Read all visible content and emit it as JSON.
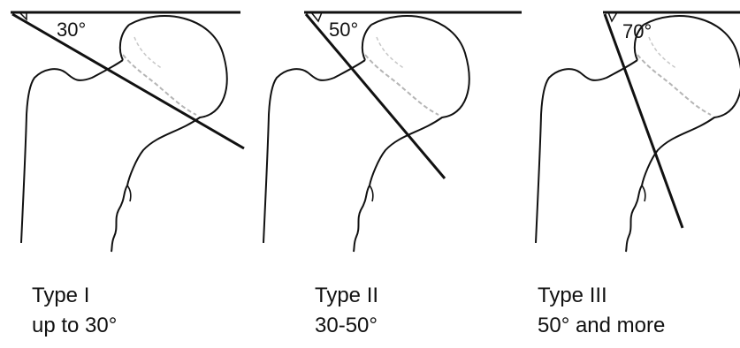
{
  "panels": [
    {
      "angle_label": "30°",
      "type_label": "Type I",
      "range_label": "up to 30°"
    },
    {
      "angle_label": "50°",
      "type_label": "Type II",
      "range_label": "30-50°"
    },
    {
      "angle_label": "70°",
      "type_label": "Type III",
      "range_label": "50° and more"
    }
  ],
  "colors": {
    "line": "#111111",
    "trabecular": "#b5b5b5",
    "background": "#ffffff"
  }
}
